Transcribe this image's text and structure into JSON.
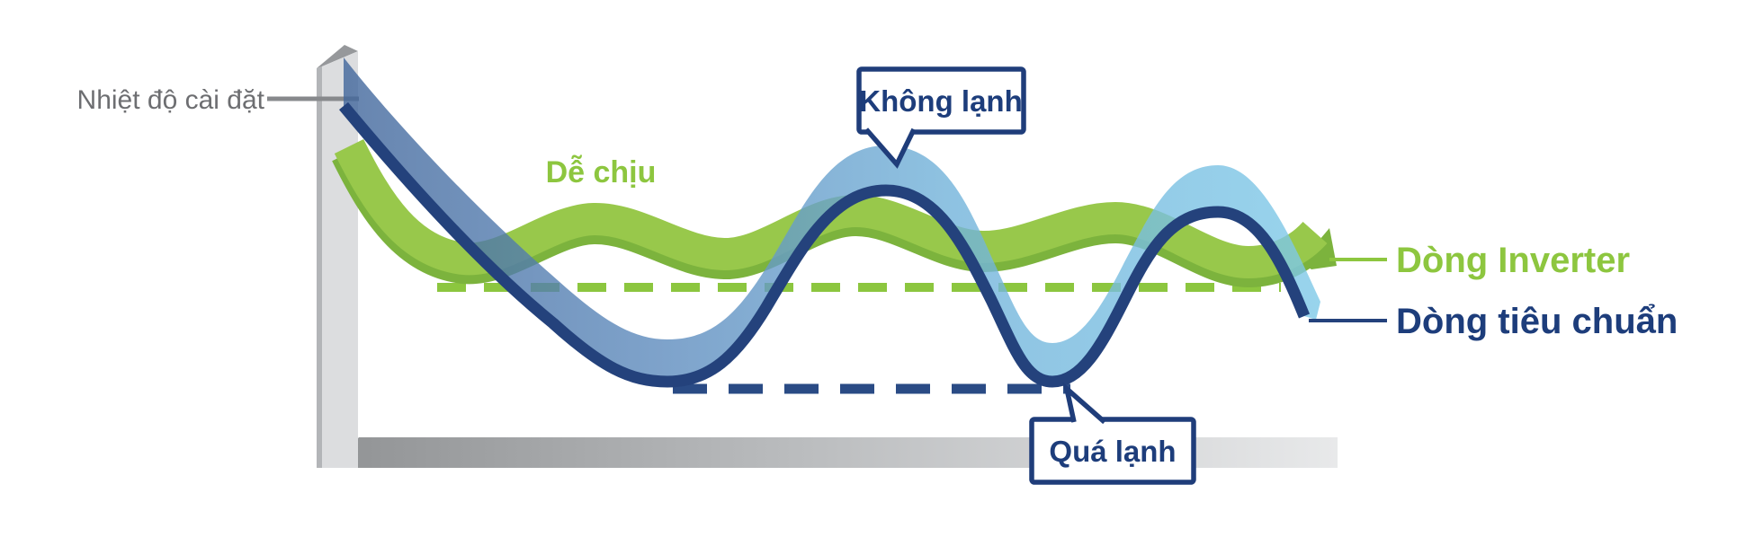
{
  "figure": {
    "description": "Comparison of room temperature stability: Inverter air conditioner vs standard air conditioner",
    "background_color": "#ffffff"
  },
  "axis": {
    "set_temperature_label": "Nhiệt độ cài đặt",
    "label_color": "#6d6e71",
    "axis_color": "#dcdddf"
  },
  "annotations": {
    "comfortable": "Dễ chịu",
    "not_cold": "Không lạnh",
    "too_cold": "Quá lạnh",
    "comfortable_color": "#8dc63f",
    "callout_text_color": "#1d3d7b",
    "callout_border_color": "#1f3d7a"
  },
  "legend": {
    "inverter": {
      "label": "Dòng Inverter",
      "color": "#8dc63f"
    },
    "standard": {
      "label": "Dòng tiêu chuẩn",
      "color": "#1d3d7b"
    }
  },
  "colors": {
    "green_band_light": "#98c84b",
    "green_band_dark": "#7cb33d",
    "green_dashed_line": "#8cc63f",
    "navy_curve": "#24427c",
    "navy_dashed_line": "#2a4b85",
    "blue_band_start": "#41669b",
    "blue_band_end": "#7fc9e8",
    "gray_axis_face": "#dcdddf",
    "gray_base_bar": "#b9bbbd"
  },
  "chart_data": {
    "type": "line",
    "title": "",
    "xlabel": "",
    "ylabel": "",
    "x_axis": "time (implicit, no tick labels shown)",
    "y_axis": "room temperature relative to set point (no tick labels shown)",
    "reference_level_label": "Nhiệt độ cài đặt",
    "series": [
      {
        "name": "Dòng Inverter",
        "color": "#8dc63f",
        "style": "thick ribbon",
        "behavior": "starts above set point, quickly settles into small gentle oscillation around the set temperature (comfortable zone)",
        "relative_deviation": [
          1.0,
          -0.15,
          0.25,
          -0.1,
          0.3,
          -0.05,
          0.25,
          -0.2,
          0.1
        ]
      },
      {
        "name": "Dòng tiêu chuẩn",
        "color": "#24427c",
        "style": "thick ribbon with navy lower edge",
        "behavior": "large repeated overshoot and undershoot: too warm at peaks (Không lạnh), too cold at troughs (Quá lạnh)",
        "relative_deviation": [
          1.3,
          -1.0,
          0.9,
          -1.0,
          0.8,
          -0.4
        ]
      }
    ],
    "dashed_guides": [
      {
        "color": "#8cc63f",
        "meaning": "lower bound of inverter oscillation, just below set temperature"
      },
      {
        "color": "#2a4b85",
        "meaning": "minimum level reached by standard line (too cold)"
      }
    ],
    "annotations": [
      {
        "text": "Dễ chịu",
        "position": "above inverter ribbon, left-center"
      },
      {
        "text": "Không lạnh",
        "position": "callout at first peak of standard line"
      },
      {
        "text": "Quá lạnh",
        "position": "callout at second trough of standard line"
      }
    ],
    "legend_position": "right, connected to ribbon ends with leader lines",
    "grid": false
  }
}
